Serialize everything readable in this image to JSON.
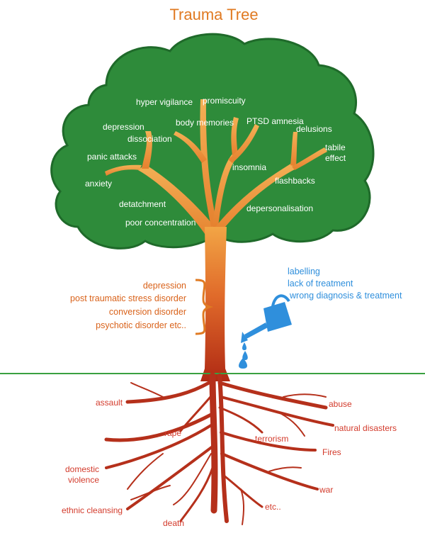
{
  "title": "Trauma Tree",
  "crown_labels": {
    "hyper_vigilance": "hyper vigilance",
    "promiscuity": "promiscuity",
    "depression": "depression",
    "body_memories": "body memories",
    "ptsd_amnesia": "PTSD amnesia",
    "delusions": "delusions",
    "dissociation": "dissociation",
    "tabile": "tabile",
    "effect": "effect",
    "panic_attacks": "panic attacks",
    "insomnia": "insomnia",
    "anxiety": "anxiety",
    "flashbacks": "flashbacks",
    "detatchment": "detatchment",
    "depersonalisation": "depersonalisation",
    "poor_concentration": "poor concentration"
  },
  "trunk_labels": {
    "depression": "depression",
    "ptsd": "post traumatic stress disorder",
    "conversion": "conversion disorder",
    "psychotic": "psychotic disorder etc.."
  },
  "water_labels": {
    "labelling": "labelling",
    "lack_of_treatment": "lack of treatment",
    "wrong_diagnosis": "wrong diagnosis & treatment"
  },
  "root_labels": {
    "assault": "assault",
    "abuse": "abuse",
    "natural_disasters": "natural disasters",
    "rape": "rape",
    "terrorism": "terrorism",
    "fires": "Fires",
    "domestic": "domestic",
    "violence": "violence",
    "war": "war",
    "ethnic_cleansing": "ethnic cleansing",
    "etc": "etc..",
    "death": "death"
  },
  "colors": {
    "title": "#e07a22",
    "crown": "#2e8b3a",
    "crown_outline": "#1f6a2a",
    "trunk_top": "#f0a040",
    "trunk_bottom": "#b32a12",
    "roots": "#b5301b",
    "ground": "#3aa040",
    "water": "#2f8fdc",
    "root_text": "#d33b2c",
    "trunk_text": "#d9621a"
  }
}
